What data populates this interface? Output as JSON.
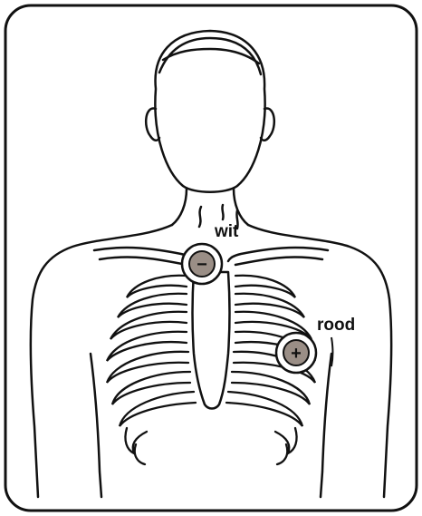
{
  "diagram": {
    "labels": {
      "white": "wit",
      "red": "rood"
    },
    "electrodes": [
      {
        "id": "negative",
        "sign": "−",
        "label_key": "white"
      },
      {
        "id": "positive",
        "sign": "+",
        "label_key": "red"
      }
    ],
    "colors": {
      "outline": "#111111",
      "electrode_outer": "#ffffff",
      "electrode_ring": "#111111",
      "electrode_inner": "#9a8e86",
      "background": "#ffffff"
    }
  }
}
